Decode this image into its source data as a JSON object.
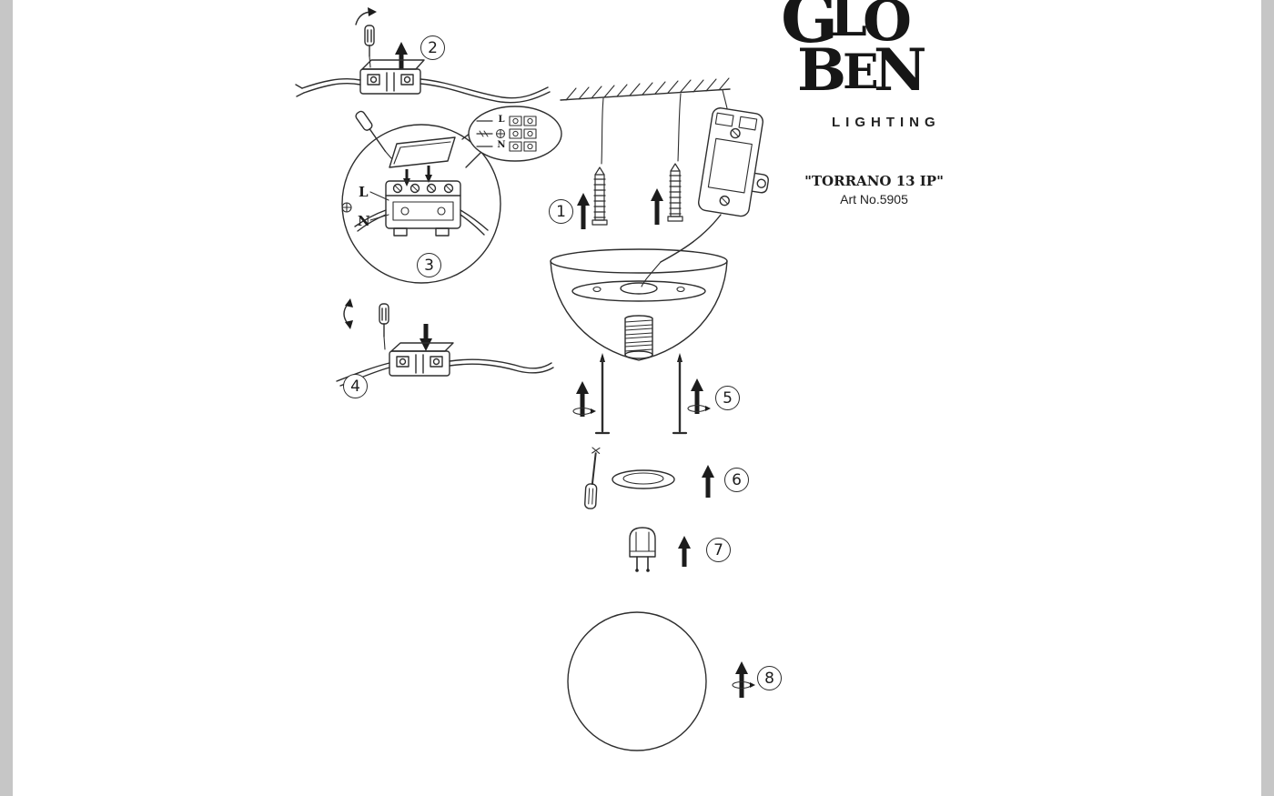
{
  "brand": {
    "letters": [
      "G",
      "L",
      "O",
      "B",
      "E",
      "N"
    ],
    "subtitle": "LIGHTING"
  },
  "product": {
    "name": "\"TORRANO 13 IP\"",
    "art_no": "Art No.5905"
  },
  "steps": {
    "s1": "1",
    "s2": "2",
    "s3": "3",
    "s4": "4",
    "s5": "5",
    "s6": "6",
    "s7": "7",
    "s8": "8"
  },
  "wiring": {
    "live": "L",
    "neutral": "N",
    "inset_live": "L",
    "inset_neutral": "N"
  }
}
